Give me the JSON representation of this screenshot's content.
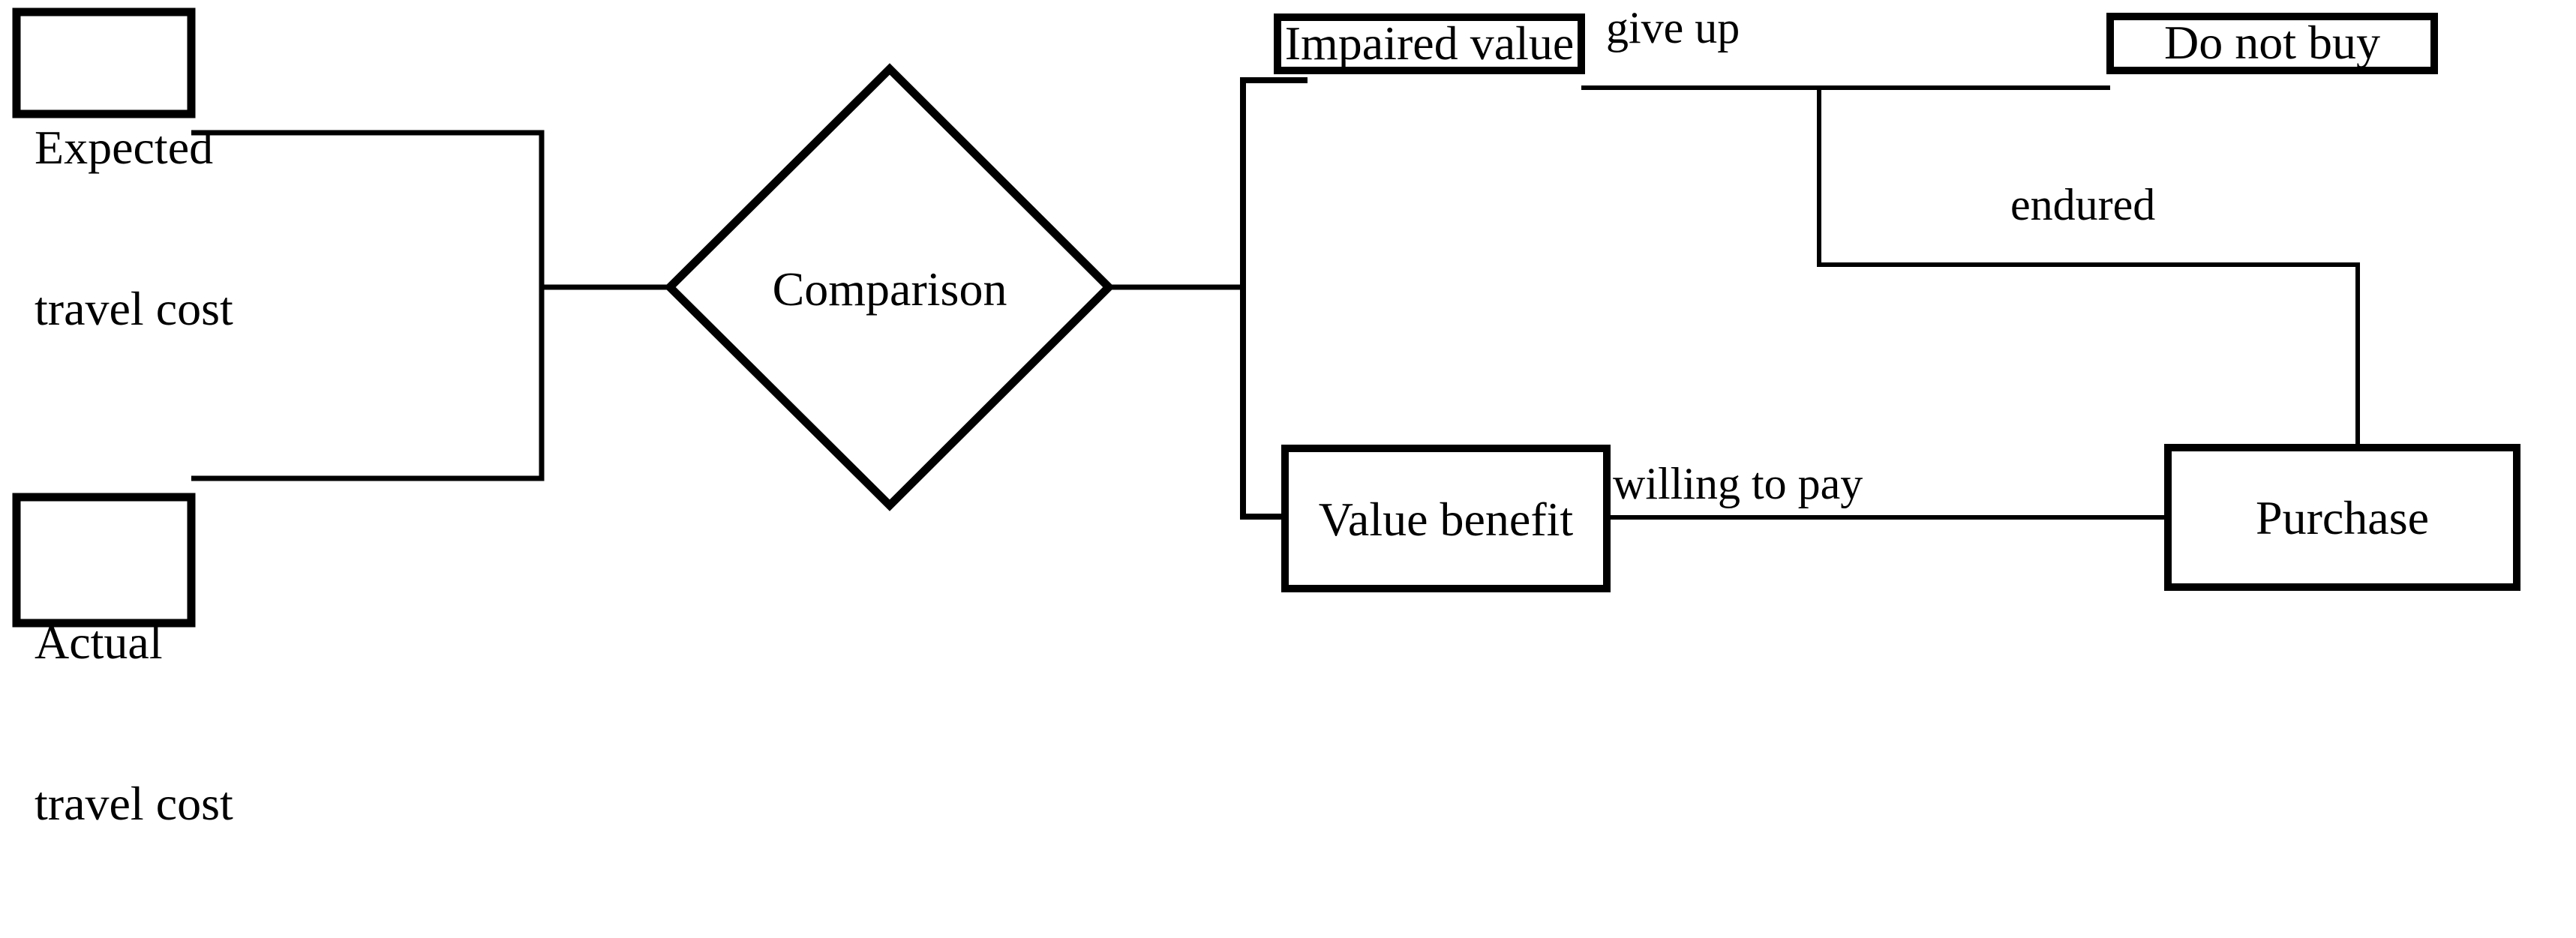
{
  "diagram": {
    "type": "flowchart",
    "orientation": "left-to-right",
    "background_color": "#ffffff",
    "stroke_color": "#000000",
    "text_color": "#000000",
    "nodes": [
      {
        "id": "expected-travel-cost",
        "shape": "rectangle",
        "label": "Expected\ntravel cost",
        "line1": "Expected",
        "line2": "travel cost"
      },
      {
        "id": "actual-travel-cost",
        "shape": "rectangle",
        "label": "Actual\ntravel cost",
        "line1": "Actual",
        "line2": "travel cost"
      },
      {
        "id": "comparison",
        "shape": "diamond",
        "label": "Comparison"
      },
      {
        "id": "impaired-value",
        "shape": "rectangle",
        "label": "Impaired value"
      },
      {
        "id": "value-benefit",
        "shape": "rectangle",
        "label": "Value benefit"
      },
      {
        "id": "do-not-buy",
        "shape": "rectangle",
        "label": "Do not buy"
      },
      {
        "id": "purchase",
        "shape": "rectangle",
        "label": "Purchase"
      }
    ],
    "edges": [
      {
        "id": "expected-to-comparison",
        "from": "expected-travel-cost",
        "to": "comparison",
        "label": ""
      },
      {
        "id": "actual-to-comparison",
        "from": "actual-travel-cost",
        "to": "comparison",
        "label": ""
      },
      {
        "id": "comparison-to-impaired",
        "from": "comparison",
        "to": "impaired-value",
        "label": ""
      },
      {
        "id": "comparison-to-benefit",
        "from": "comparison",
        "to": "value-benefit",
        "label": ""
      },
      {
        "id": "impaired-to-do-not-buy",
        "from": "impaired-value",
        "to": "do-not-buy",
        "label": "give up"
      },
      {
        "id": "impaired-to-purchase",
        "from": "impaired-value",
        "to": "purchase",
        "label": "endured"
      },
      {
        "id": "benefit-to-purchase",
        "from": "value-benefit",
        "to": "purchase",
        "label": "willing to pay"
      }
    ],
    "edge_labels": {
      "give_up": "give up",
      "endured": "endured",
      "willing_to_pay": "willing to pay"
    }
  }
}
